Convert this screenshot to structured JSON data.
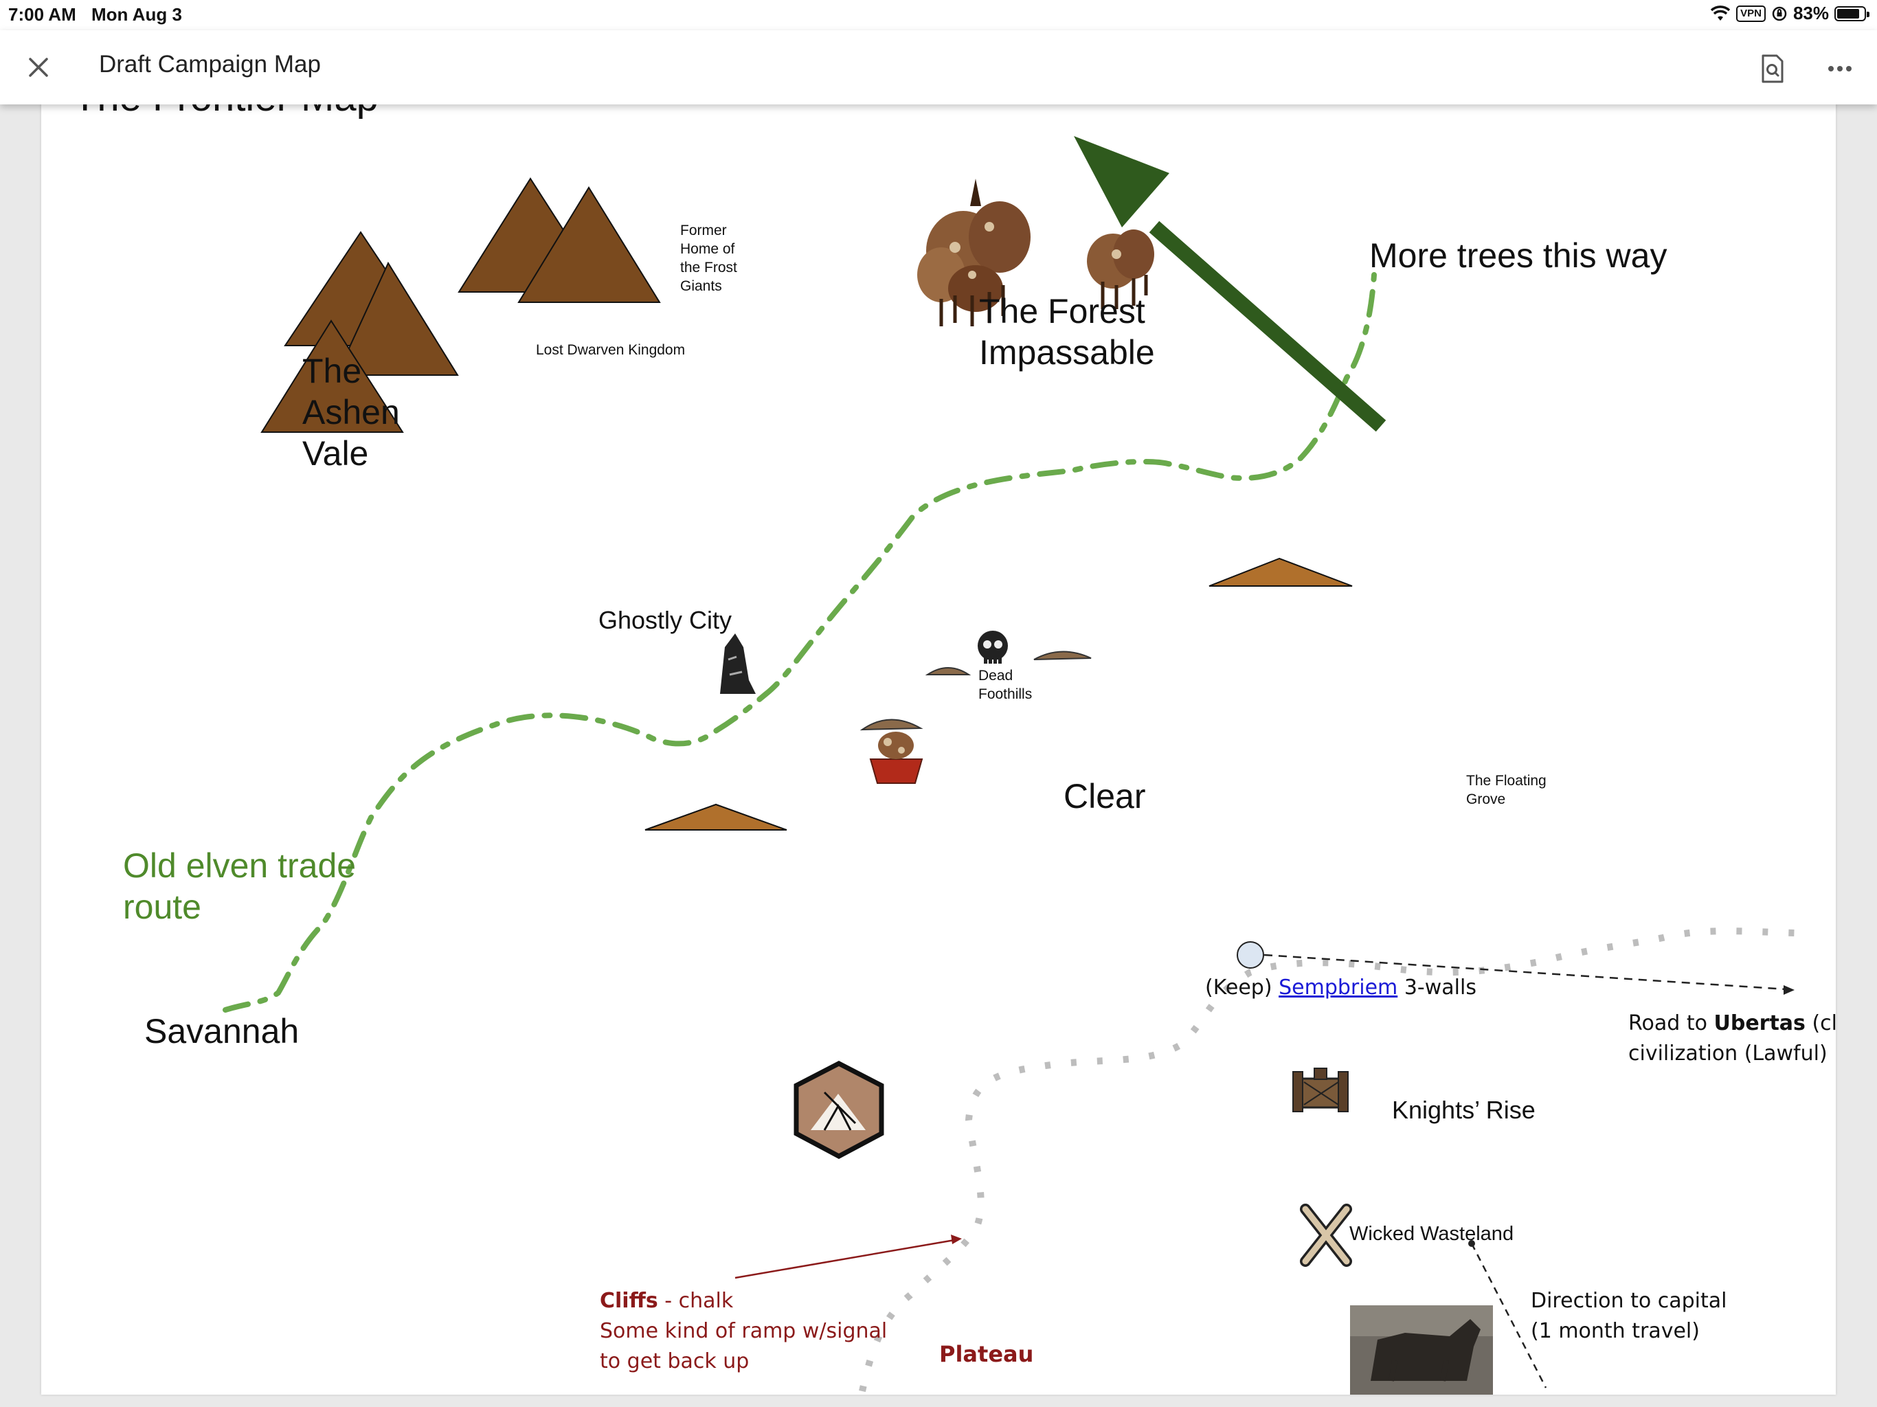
{
  "status_bar": {
    "time": "7:00 AM",
    "date": "Mon Aug 3",
    "vpn": "VPN",
    "battery": "83%",
    "battery_level": 0.83
  },
  "app_bar": {
    "title": "Draft Campaign Map"
  },
  "map": {
    "title": "The Frontier Map",
    "labels": {
      "ashen_vale": [
        "The",
        "Ashen",
        "Vale"
      ],
      "frost_giants": [
        "Former",
        "Home of",
        "the Frost",
        "Giants"
      ],
      "dwarven_kingdom": "Lost Dwarven Kingdom",
      "forest": [
        "The Forest",
        "Impassable"
      ],
      "more_trees": "More trees this way",
      "ghostly_city": "Ghostly City",
      "dead_foothills": [
        "Dead",
        "Foothills"
      ],
      "clear": "Clear",
      "floating_grove": [
        "The Floating",
        "Grove"
      ],
      "elven_route": [
        "Old elven trade",
        "route"
      ],
      "savannah": "Savannah",
      "keep_prefix": "(Keep)",
      "keep_link": "Sempbriem",
      "keep_suffix": "3-walls",
      "road_prefix": "Road to",
      "road_bold": "Ubertas",
      "road_rest": "(closes",
      "road_line2": "civilization (Lawful)",
      "knights_rise": "Knights’ Rise",
      "wicked_wasteland": "Wicked Wasteland",
      "capital": [
        "Direction to capital",
        "(1 month travel)"
      ],
      "cliffs_bold": "Cliffs",
      "cliffs_rest": " - chalk",
      "ramp": [
        "Some kind of ramp w/signal",
        "to get back up"
      ],
      "plateau": "Plateau"
    },
    "colors": {
      "mountain": "#7a4a1e",
      "hill": "#b0702c",
      "route": "#6aaa4c",
      "arrow": "#2f5a1d",
      "elven_text": "#4f8a2b",
      "road": "#bdbdbd",
      "cliff": "#8b1a1a"
    }
  }
}
